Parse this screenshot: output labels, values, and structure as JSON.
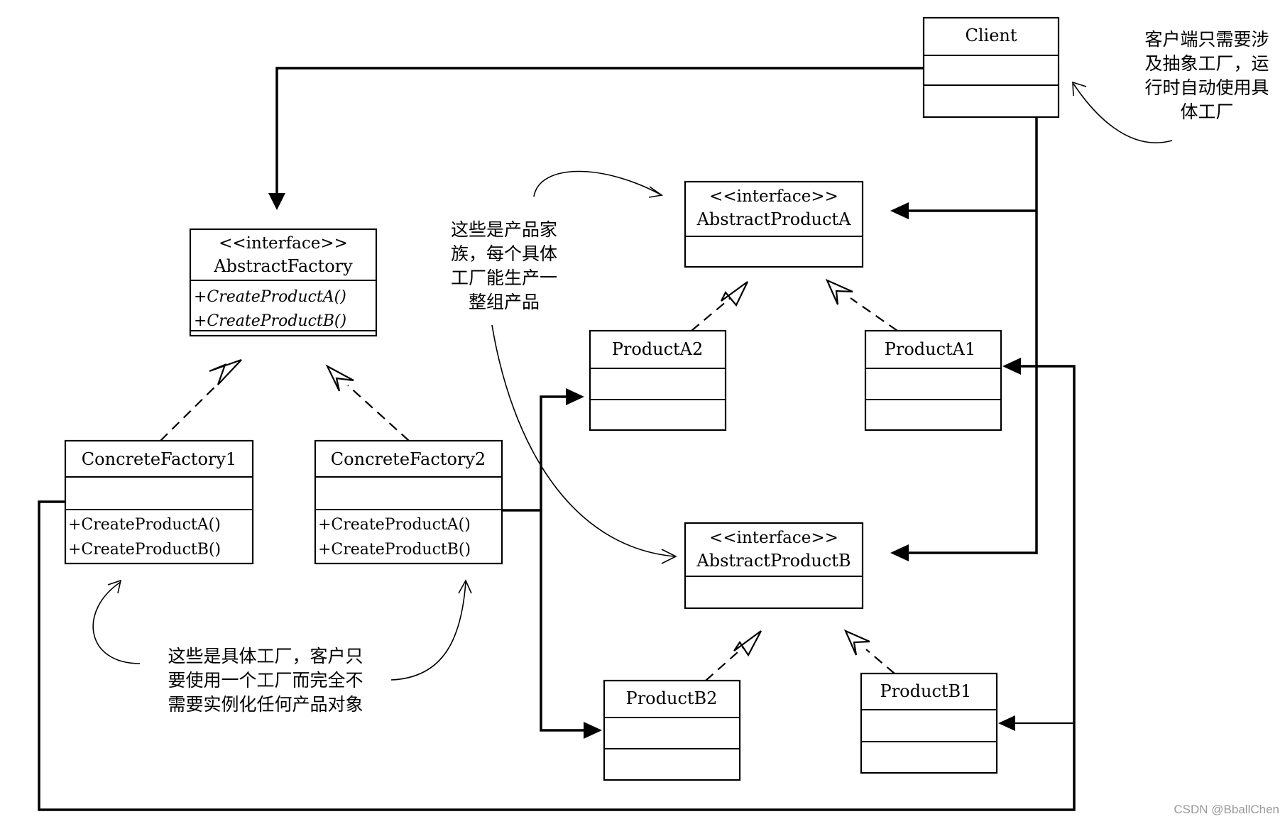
{
  "classes": {
    "client": {
      "name": "Client"
    },
    "abstract_factory": {
      "stereotype": "<<interface>>",
      "name": "AbstractFactory",
      "operations": [
        "+CreateProductA()",
        "+CreateProductB()"
      ]
    },
    "concrete_factory_1": {
      "name": "ConcreteFactory1",
      "operations": [
        "+CreateProductA()",
        "+CreateProductB()"
      ]
    },
    "concrete_factory_2": {
      "name": "ConcreteFactory2",
      "operations": [
        "+CreateProductA()",
        "+CreateProductB()"
      ]
    },
    "abstract_product_a": {
      "stereotype": "<<interface>>",
      "name": "AbstractProductA"
    },
    "abstract_product_b": {
      "stereotype": "<<interface>>",
      "name": "AbstractProductB"
    },
    "product_a1": {
      "name": "ProductA1"
    },
    "product_a2": {
      "name": "ProductA2"
    },
    "product_b1": {
      "name": "ProductB1"
    },
    "product_b2": {
      "name": "ProductB2"
    }
  },
  "notes": {
    "client_note": [
      "客户端只需要涉",
      "及抽象工厂，运",
      "行时自动使用具",
      "体工厂"
    ],
    "product_family_note": [
      "这些是产品家",
      "族，每个具体",
      "工厂能生产一",
      "整组产品"
    ],
    "concrete_factory_note": [
      "这些是具体工厂，客户只",
      "要使用一个工厂而完全不",
      "需要实例化任何产品对象"
    ]
  },
  "watermark": "CSDN @BballChen"
}
